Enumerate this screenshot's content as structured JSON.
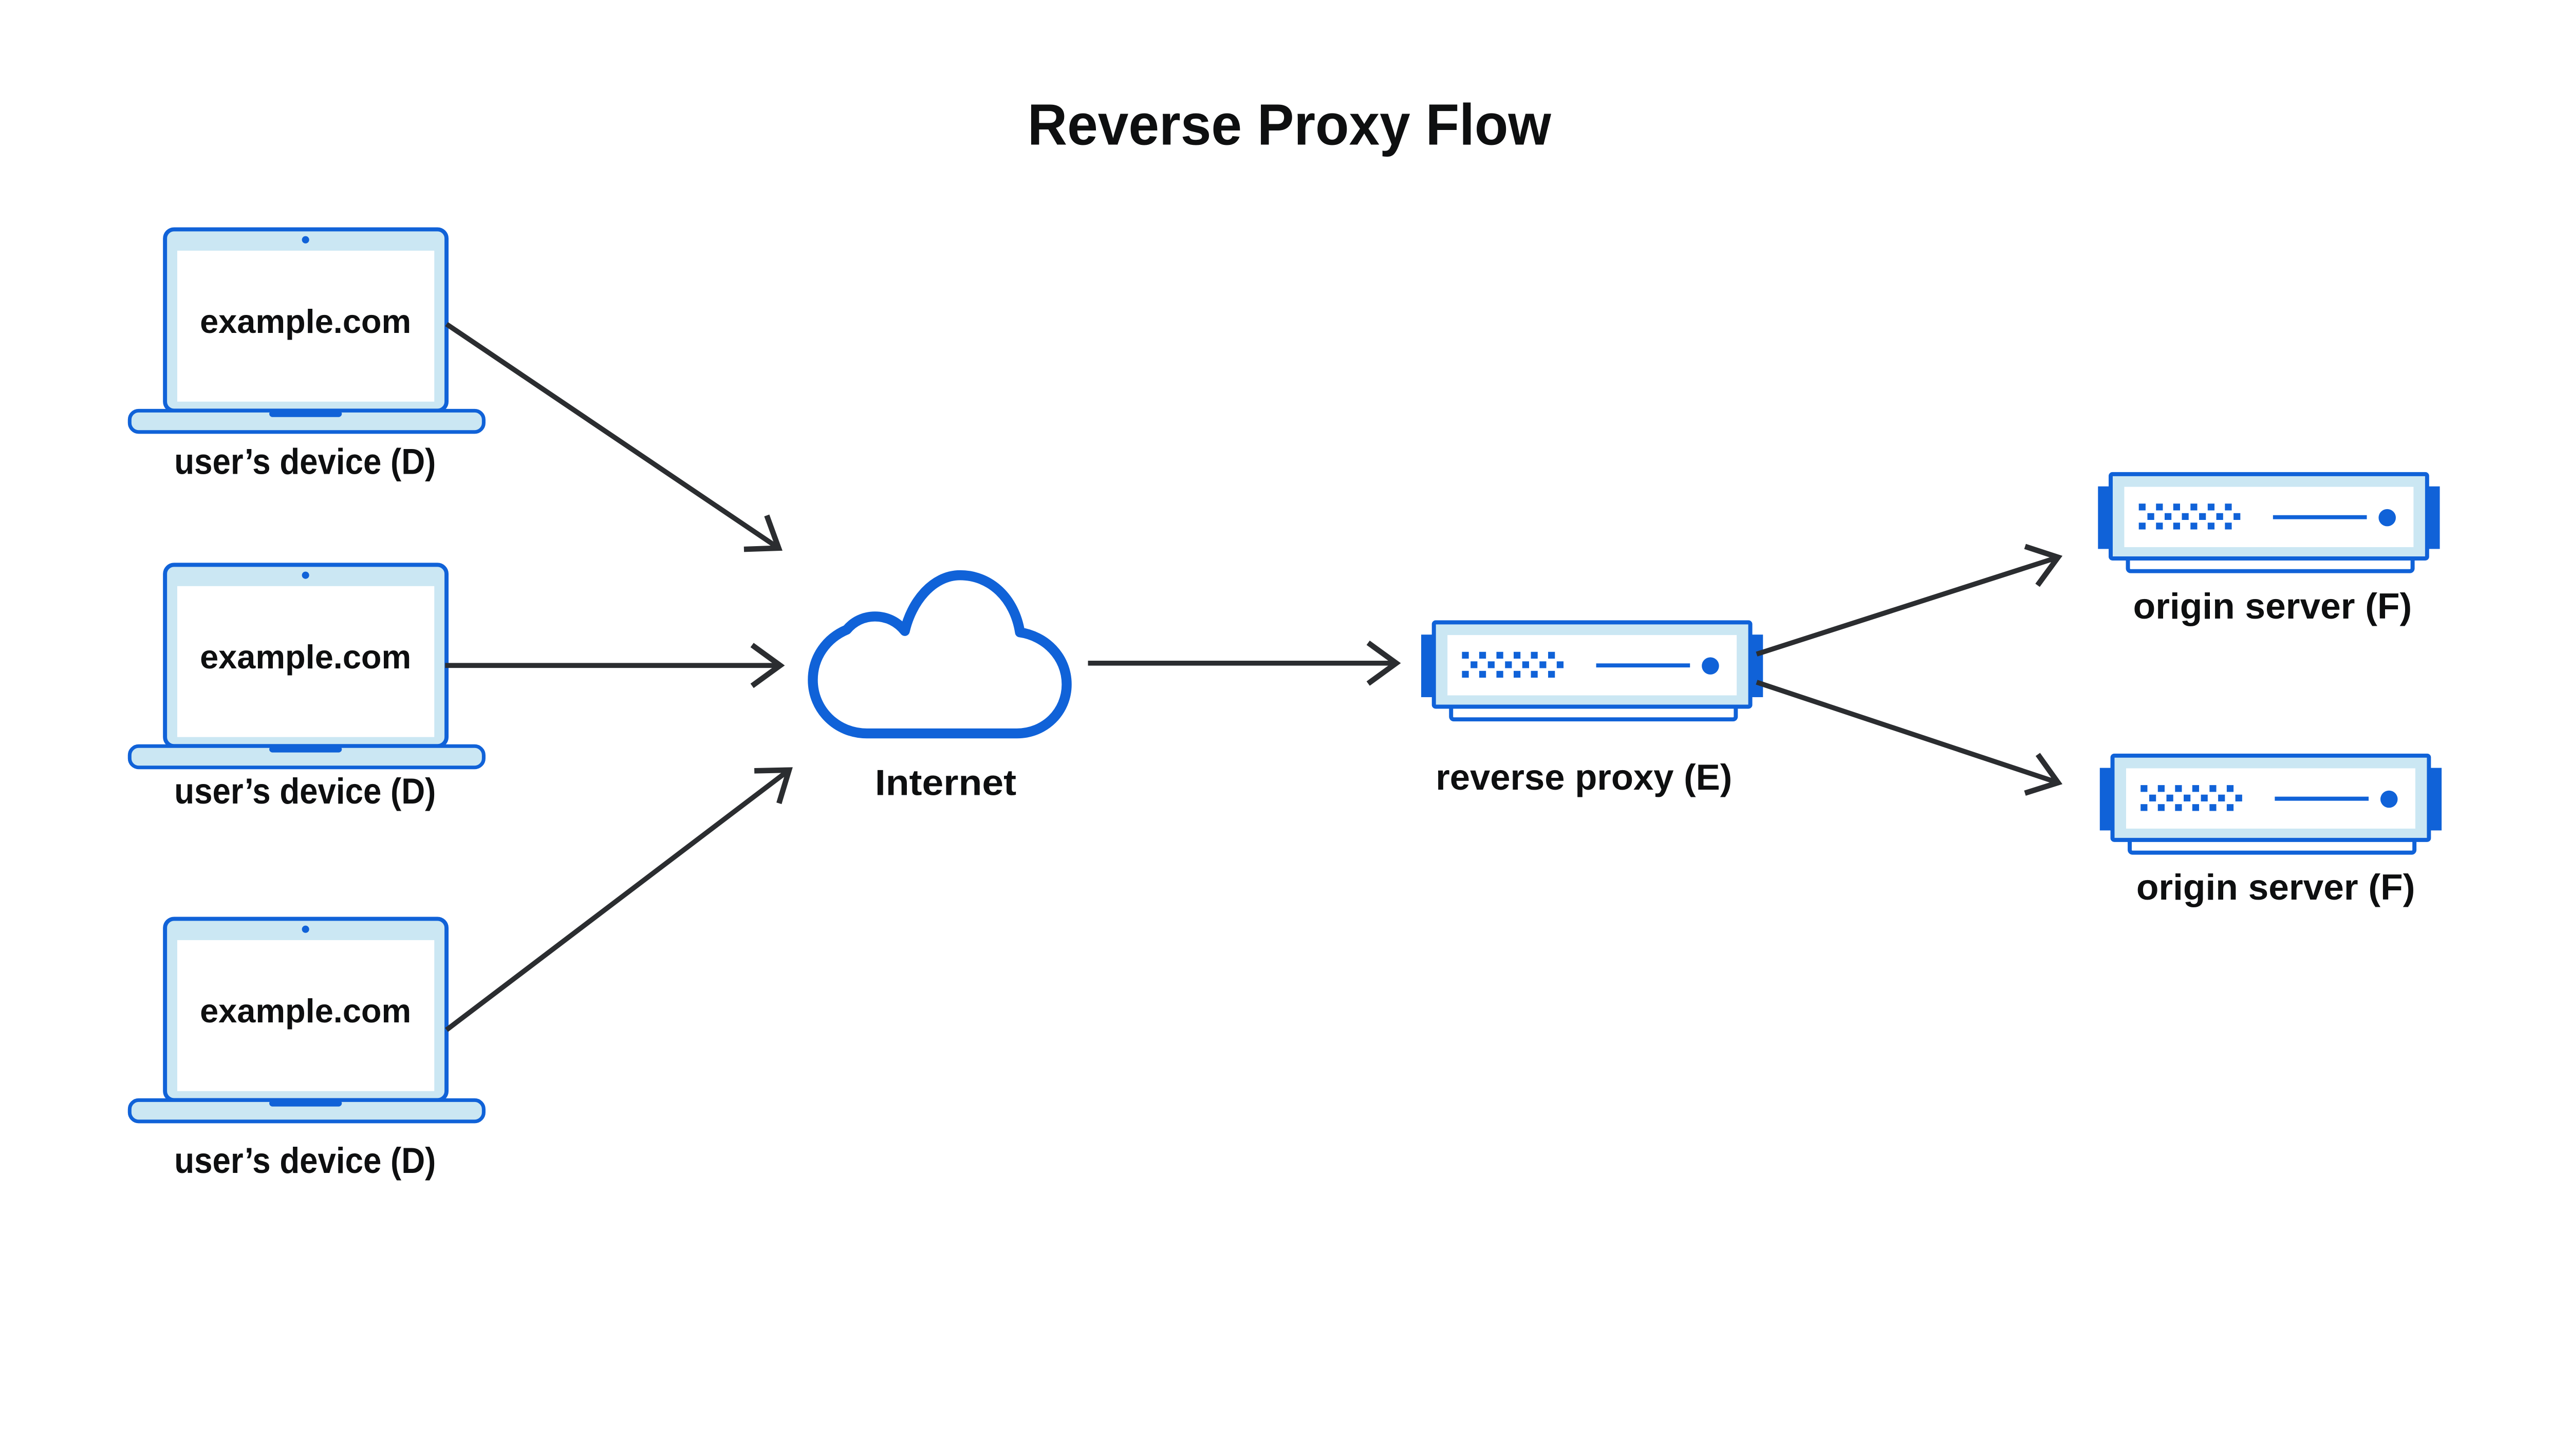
{
  "title": "Reverse Proxy Flow",
  "colors": {
    "accent": "#1062d8",
    "accent_light": "#cbe7f3",
    "arrow": "#2b2d30",
    "text": "#0e0f10",
    "background": "#ffffff"
  },
  "nodes": {
    "devices": [
      {
        "id": "user-device-1",
        "screen_text": "example.com",
        "label": "user’s device (D)"
      },
      {
        "id": "user-device-2",
        "screen_text": "example.com",
        "label": "user’s device (D)"
      },
      {
        "id": "user-device-3",
        "screen_text": "example.com",
        "label": "user’s device (D)"
      }
    ],
    "internet": {
      "id": "internet",
      "label": "Internet"
    },
    "proxy": {
      "id": "reverse-proxy",
      "label": "reverse proxy (E)"
    },
    "origins": [
      {
        "id": "origin-server-1",
        "label": "origin server (F)"
      },
      {
        "id": "origin-server-2",
        "label": "origin server (F)"
      }
    ]
  },
  "edges": [
    {
      "from": "user-device-1",
      "to": "internet"
    },
    {
      "from": "user-device-2",
      "to": "internet"
    },
    {
      "from": "user-device-3",
      "to": "internet"
    },
    {
      "from": "internet",
      "to": "reverse-proxy"
    },
    {
      "from": "reverse-proxy",
      "to": "origin-server-1"
    },
    {
      "from": "reverse-proxy",
      "to": "origin-server-2"
    }
  ]
}
